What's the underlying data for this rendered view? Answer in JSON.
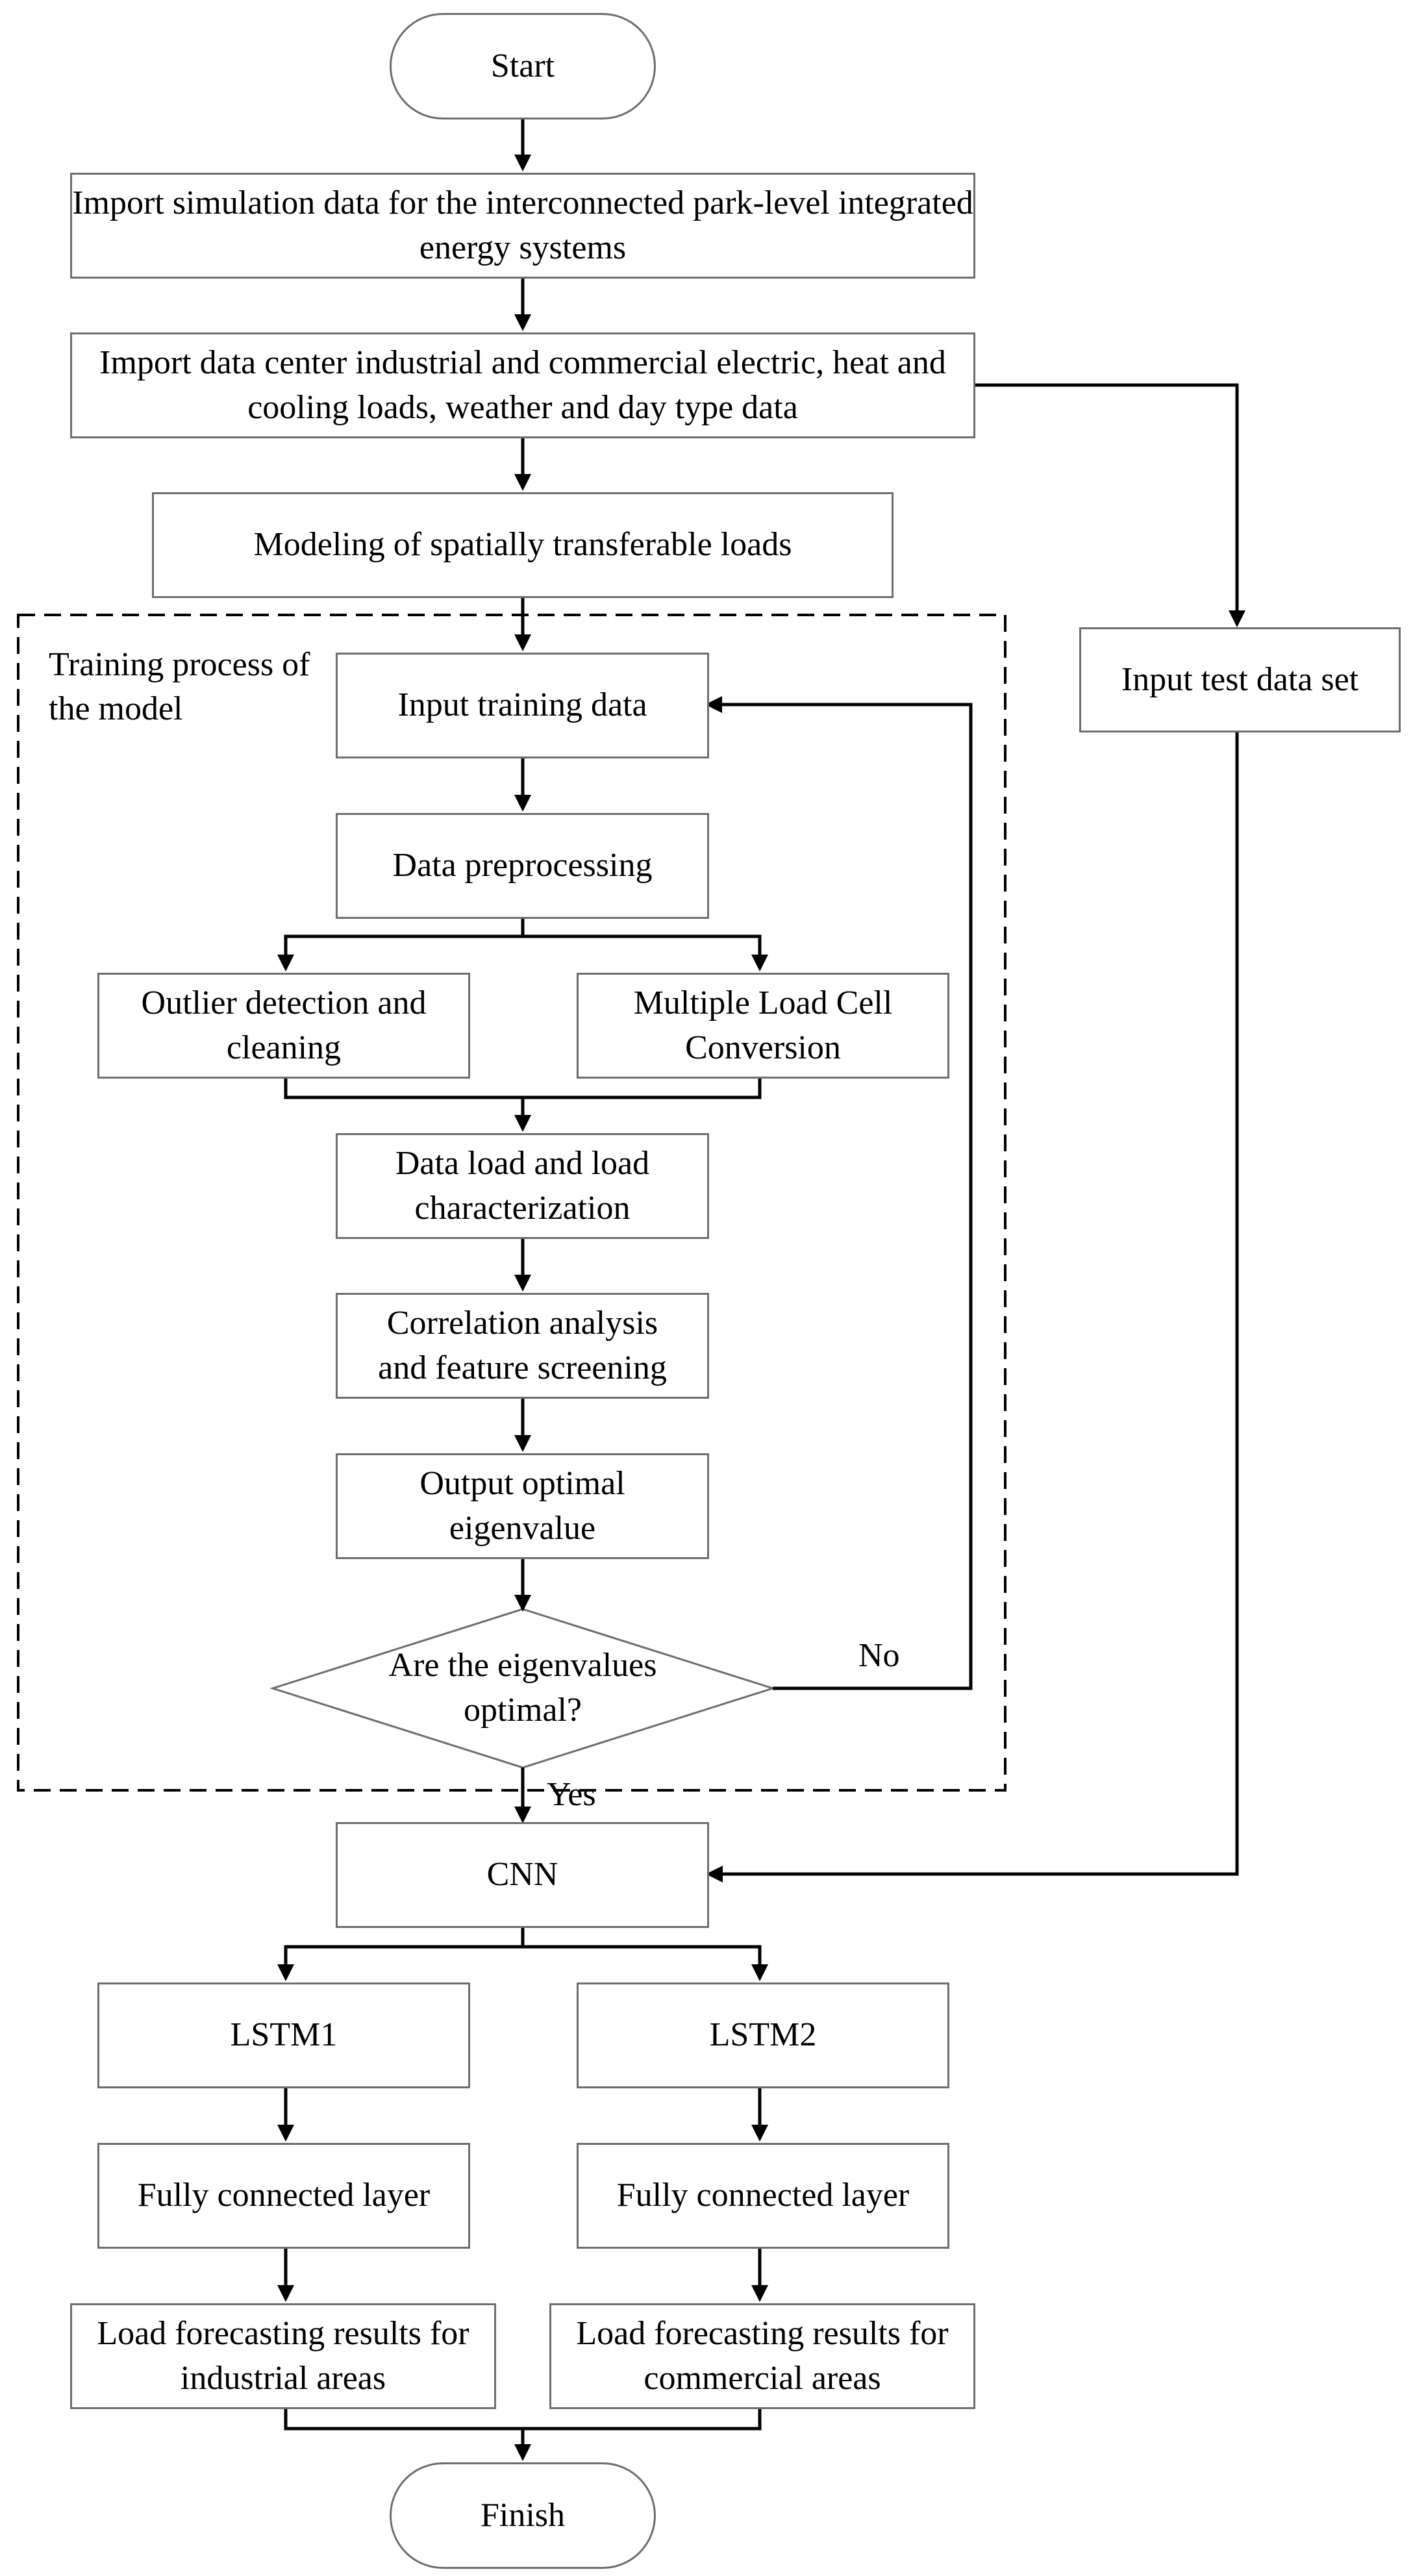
{
  "flowchart": {
    "start": "Start",
    "import_sim": "Import simulation data for the interconnected park-level integrated energy systems",
    "import_loads": "Import data center industrial and commercial electric, heat and cooling loads, weather and day type data",
    "modeling": "Modeling of spatially transferable loads",
    "input_test": "Input test data set",
    "training_label": "Training process of the model",
    "input_training": "Input training data",
    "preprocessing": "Data preprocessing",
    "outlier": "Outlier detection and cleaning",
    "multiple_load": "Multiple Load Cell Conversion",
    "data_load": "Data load and load characterization",
    "correlation": "Correlation analysis and feature screening",
    "output_optimal": "Output optimal eigenvalue",
    "decision": "Are the eigenvalues optimal?",
    "no_label": "No",
    "yes_label": "Yes",
    "cnn": "CNN",
    "lstm1": "LSTM1",
    "lstm2": "LSTM2",
    "fc1": "Fully connected layer",
    "fc2": "Fully connected layer",
    "result_industrial": "Load forecasting results for industrial areas",
    "result_commercial": "Load forecasting results for commercial areas",
    "finish": "Finish"
  }
}
